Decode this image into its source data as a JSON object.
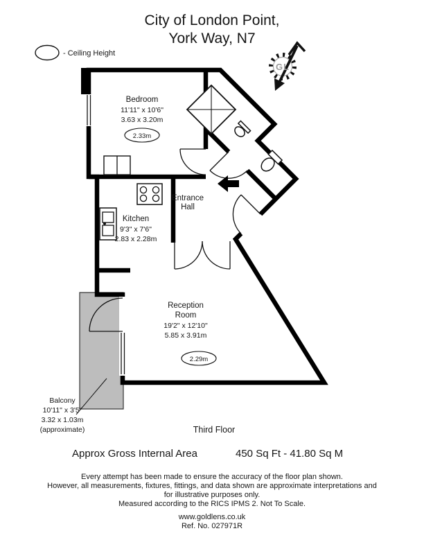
{
  "page": {
    "title_line1": "City of London Point,",
    "title_line2": "York Way, N7"
  },
  "legend": {
    "label": "- Ceiling Height"
  },
  "compass": {
    "label": "GL"
  },
  "rooms": {
    "bedroom": {
      "name": "Bedroom",
      "imperial": "11'11\" x 10'6\"",
      "metric": "3.63 x 3.20m",
      "ceiling": "2.33m"
    },
    "entrance_hall": {
      "name_line1": "Entrance",
      "name_line2": "Hall"
    },
    "kitchen": {
      "name": "Kitchen",
      "imperial": "9'3\" x 7'6\"",
      "metric": "2.83 x 2.28m"
    },
    "reception": {
      "name_line1": "Reception",
      "name_line2": "Room",
      "imperial": "19'2\" x 12'10\"",
      "metric": "5.85 x 3.91m",
      "ceiling": "2.29m"
    },
    "balcony": {
      "name": "Balcony",
      "imperial": "10'11\" x 3'5\"",
      "metric": "3.32 x 1.03m",
      "note": "(approximate)"
    }
  },
  "floor": {
    "label": "Third Floor"
  },
  "area": {
    "label": "Approx Gross Internal Area",
    "value": "450 Sq Ft - 41.80 Sq M"
  },
  "disclaimer": {
    "line1": "Every attempt has been made to ensure the accuracy of the floor plan shown.",
    "line2": "However, all measurements, fixtures, fittings, and data shown are approximate interpretations and",
    "line3": "for illustrative purposes only.",
    "line4": "Measured according to the RICS IPMS 2. Not To Scale."
  },
  "footer": {
    "website": "www.goldlens.co.uk",
    "ref": "Ref. No. 027971R"
  },
  "colors": {
    "wall": "#000000",
    "balcony_fill": "#bdbdbd",
    "logo_gray": "#9c9c9c"
  }
}
